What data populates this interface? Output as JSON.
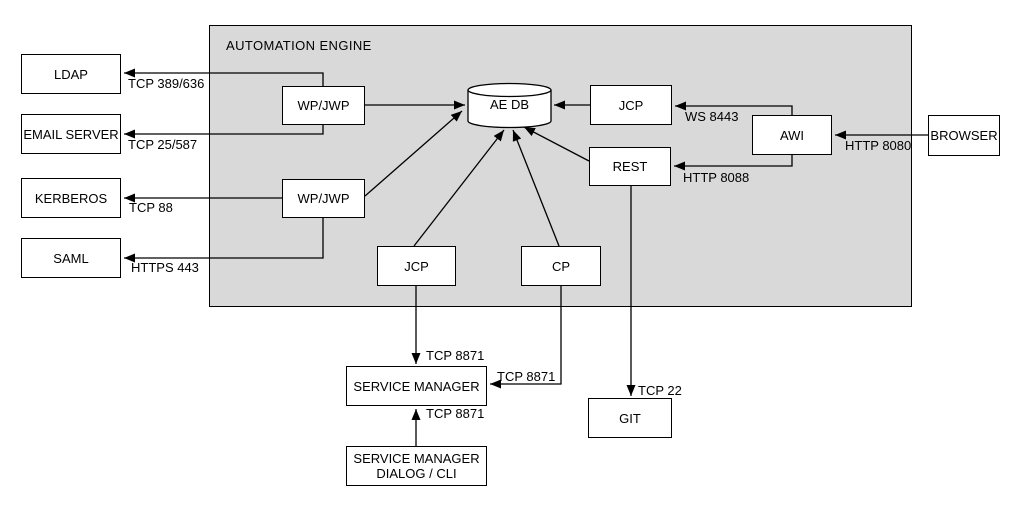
{
  "diagram": {
    "type": "architecture-diagram",
    "container": {
      "label": "AUTOMATION ENGINE",
      "fill_color": "#d9d9d9",
      "border_color": "#000000"
    },
    "nodes": {
      "ldap": {
        "label": "LDAP"
      },
      "email_server": {
        "label": "EMAIL SERVER"
      },
      "kerberos": {
        "label": "KERBEROS"
      },
      "saml": {
        "label": "SAML"
      },
      "wp_jwp_upper": {
        "label": "WP/JWP"
      },
      "wp_jwp_lower": {
        "label": "WP/JWP"
      },
      "ae_db": {
        "label": "AE DB",
        "shape": "database-cylinder"
      },
      "jcp_upper": {
        "label": "JCP"
      },
      "rest": {
        "label": "REST"
      },
      "awi": {
        "label": "AWI"
      },
      "browser": {
        "label": "BROWSER"
      },
      "jcp_lower": {
        "label": "JCP"
      },
      "cp": {
        "label": "CP"
      },
      "service_manager": {
        "label": "SERVICE MANAGER"
      },
      "service_manager_dialog": {
        "line1": "SERVICE MANAGER",
        "line2": "DIALOG / CLI"
      },
      "git": {
        "label": "GIT"
      }
    },
    "edge_labels": {
      "wp_to_ldap": "TCP 389/636",
      "wp_to_email": "TCP 25/587",
      "wp_to_kerberos": "TCP 88",
      "wp_to_saml": "HTTPS 443",
      "awi_to_jcp": "WS 8443",
      "awi_to_rest": "HTTP 8088",
      "browser_to_awi": "HTTP 8080",
      "jcp_to_sm": "TCP 8871",
      "cp_to_sm": "TCP 8871",
      "dialog_to_sm": "TCP 8871",
      "rest_to_git": "TCP 22"
    },
    "edges": [
      {
        "from": "wp_jwp_upper",
        "to": "ldap",
        "label": "TCP 389/636"
      },
      {
        "from": "wp_jwp_upper",
        "to": "email_server",
        "label": "TCP 25/587"
      },
      {
        "from": "wp_jwp_lower",
        "to": "kerberos",
        "label": "TCP 88"
      },
      {
        "from": "wp_jwp_lower",
        "to": "saml",
        "label": "HTTPS 443"
      },
      {
        "from": "wp_jwp_upper",
        "to": "ae_db",
        "label": ""
      },
      {
        "from": "wp_jwp_lower",
        "to": "ae_db",
        "label": ""
      },
      {
        "from": "jcp_upper",
        "to": "ae_db",
        "label": ""
      },
      {
        "from": "rest",
        "to": "ae_db",
        "label": ""
      },
      {
        "from": "jcp_lower",
        "to": "ae_db",
        "label": ""
      },
      {
        "from": "cp",
        "to": "ae_db",
        "label": ""
      },
      {
        "from": "awi",
        "to": "jcp_upper",
        "label": "WS 8443"
      },
      {
        "from": "awi",
        "to": "rest",
        "label": "HTTP 8088"
      },
      {
        "from": "browser",
        "to": "awi",
        "label": "HTTP 8080"
      },
      {
        "from": "jcp_lower",
        "to": "service_manager",
        "label": "TCP 8871"
      },
      {
        "from": "cp",
        "to": "service_manager",
        "label": "TCP 8871"
      },
      {
        "from": "service_manager_dialog",
        "to": "service_manager",
        "label": "TCP 8871"
      },
      {
        "from": "rest",
        "to": "git",
        "label": "TCP 22"
      }
    ]
  }
}
